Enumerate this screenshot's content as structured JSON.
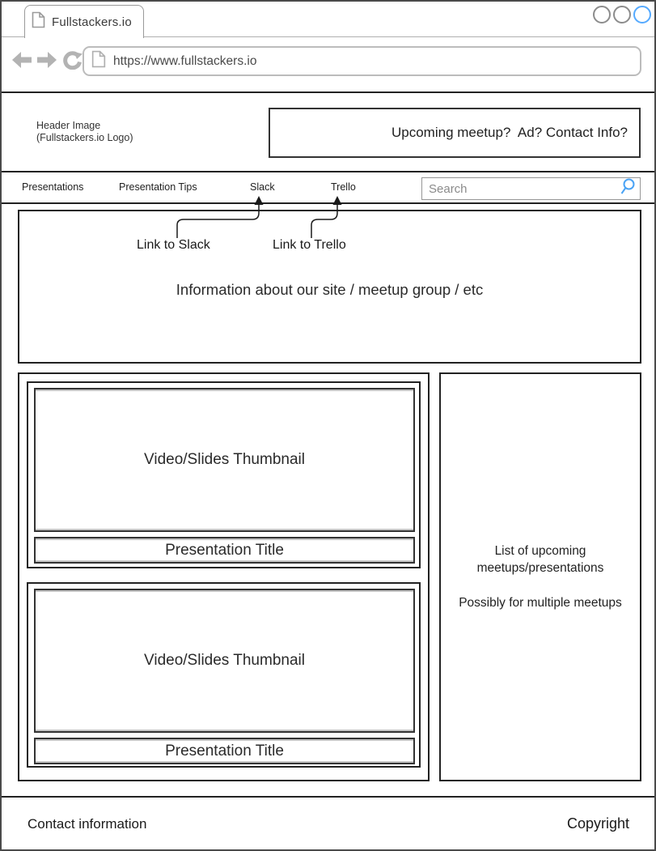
{
  "browser": {
    "tab": {
      "title": "Fullstackers.io"
    },
    "address": {
      "url": "https://www.fullstackers.io"
    }
  },
  "site": {
    "header": {
      "logo_line1": "Header Image",
      "logo_line2": "(Fullstackers.io Logo)",
      "banner": "Upcoming meetup?  Ad? Contact Info?"
    },
    "nav": {
      "items": [
        {
          "label": "Presentations"
        },
        {
          "label": "Presentation Tips"
        },
        {
          "label": "Slack"
        },
        {
          "label": "Trello"
        }
      ],
      "search_placeholder": "Search"
    },
    "annotations": {
      "slack_label": "Link to Slack",
      "trello_label": "Link to Trello"
    },
    "intro_text": "Information about our site / meetup group / etc",
    "presentations": [
      {
        "thumbnail": "Video/Slides Thumbnail",
        "title": "Presentation Title"
      },
      {
        "thumbnail": "Video/Slides Thumbnail",
        "title": "Presentation Title"
      }
    ],
    "sidebar": {
      "heading_line1": "List of upcoming",
      "heading_line2": "meetups/presentations",
      "note": "Possibly for multiple meetups"
    },
    "footer": {
      "contact": "Contact information",
      "copyright": "Copyright"
    }
  },
  "colors": {
    "accent_blue": "#55aaff",
    "wire_dark": "#222222",
    "chrome_gray": "#b3b3b3"
  }
}
